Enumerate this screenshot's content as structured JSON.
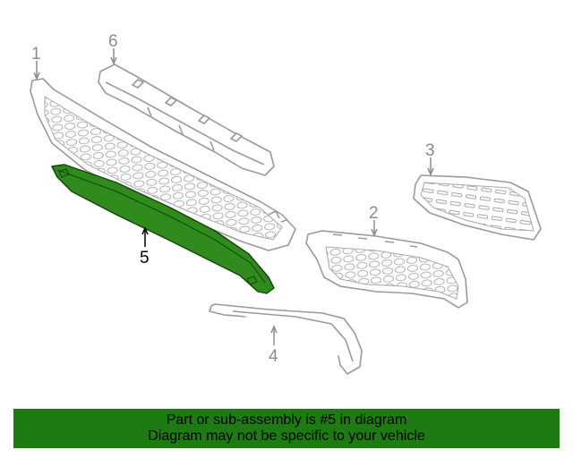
{
  "diagram": {
    "callouts": [
      "1",
      "2",
      "3",
      "4",
      "5",
      "6"
    ],
    "highlighted_part": "5",
    "highlight_color": "#2e8b1c",
    "line_color": "#9a9a9a"
  },
  "banner": {
    "line1": "Part or sub-assembly is #5 in diagram",
    "line2": "Diagram may not be specific to your vehicle",
    "background": "#1e7a12"
  }
}
